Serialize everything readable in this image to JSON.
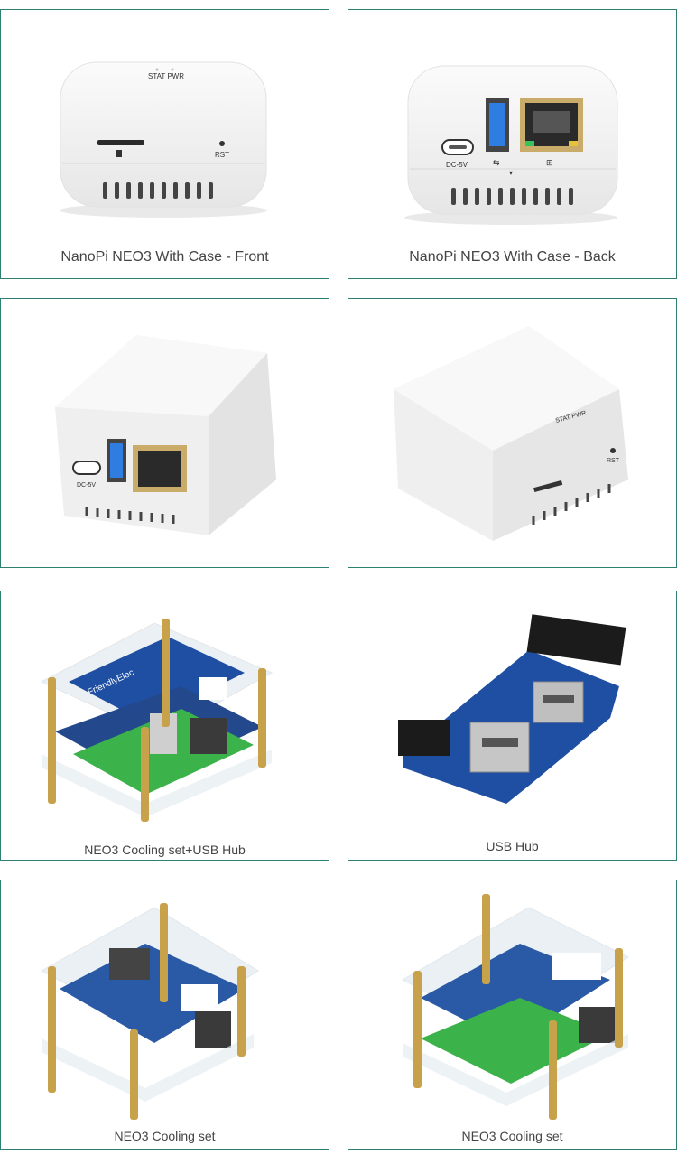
{
  "panels": [
    {
      "caption": "NanoPi NEO3 With Case - Front",
      "labels": {
        "stat_pwr": "STAT  PWR",
        "rst": "RST"
      }
    },
    {
      "caption": "NanoPi NEO3 With Case - Back",
      "labels": {
        "dc": "DC-5V"
      }
    },
    {
      "caption": "",
      "labels": {
        "dc": "DC-5V"
      }
    },
    {
      "caption": "",
      "labels": {
        "stat_pwr": "STAT PWR",
        "rst": "RST"
      }
    },
    {
      "caption": "NEO3 Cooling set+USB Hub",
      "labels": {
        "brand": "FriendlyElec"
      }
    },
    {
      "caption": "USB Hub"
    },
    {
      "caption": "NEO3  Cooling set"
    },
    {
      "caption": "NEO3  Cooling set"
    }
  ],
  "colors": {
    "border": "#2e7f72",
    "case": "#f2f2f2",
    "pcb": "#1f4fa3",
    "heatsink": "#3bb34a",
    "brass": "#c8a24a"
  }
}
